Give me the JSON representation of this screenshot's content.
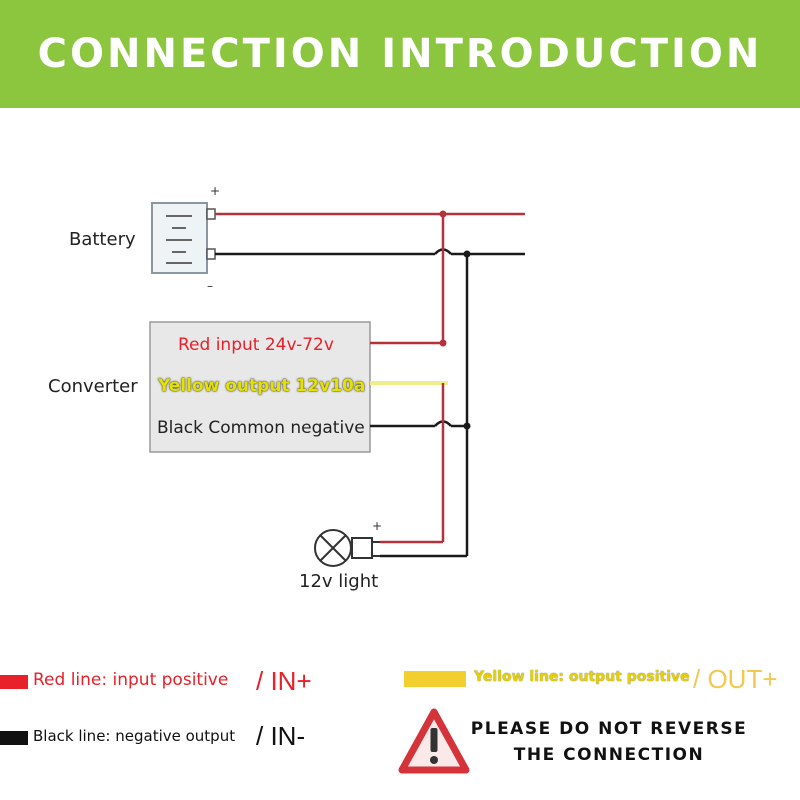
{
  "title": "CONNECTION INTRODUCTION",
  "labels": {
    "battery": "Battery",
    "converter": "Converter",
    "light": "12v light",
    "plus": "+",
    "minus": "–"
  },
  "converter": {
    "red_input": "Red input 24v-72v",
    "yellow_output": "Yellow output 12v10a",
    "black_common": "Black Common negative"
  },
  "legend": {
    "red_text": "Red line: input positive",
    "red_code": "/ IN+",
    "black_text": "Black line: negative output",
    "black_code": "/ IN-",
    "yellow_text": "Yellow line: output positive",
    "yellow_code": "/ OUT+"
  },
  "warning": {
    "line1": "PLEASE DO NOT REVERSE",
    "line2": "THE CONNECTION"
  },
  "colors": {
    "banner": "#8cc63f",
    "red_wire": "#b5323c",
    "black_wire": "#1a1a1a",
    "yellow_wire": "#e8e56a",
    "legend_red": "#e8202a",
    "legend_yellow": "#f2cf2e",
    "warning_red": "#d5333a"
  },
  "icons": [
    "battery-icon",
    "lamp-icon",
    "warning-icon"
  ]
}
